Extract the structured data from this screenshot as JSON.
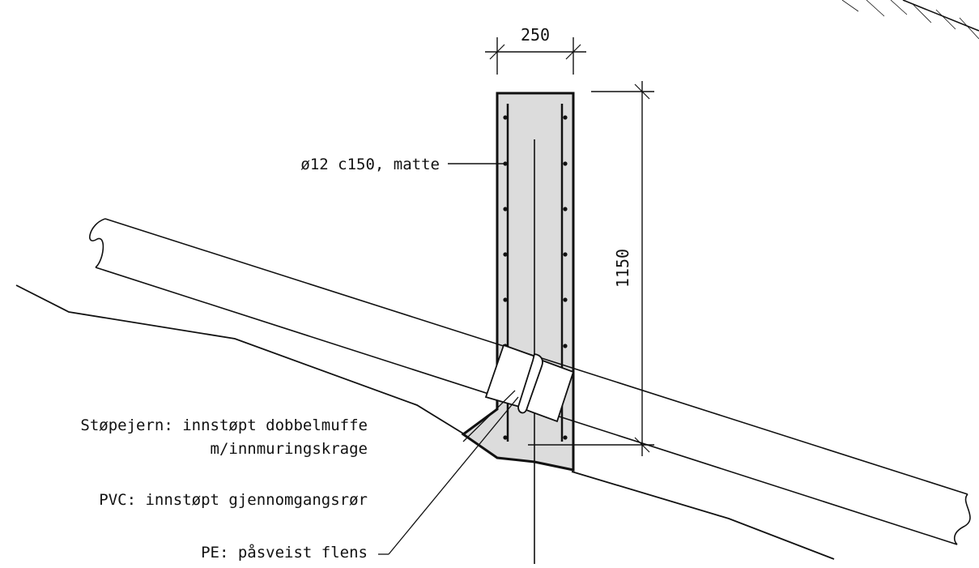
{
  "drawing": {
    "dimensions": {
      "width": "250",
      "height": "1150"
    },
    "labels": {
      "rebar": "ø12 c150, matte",
      "cast_iron_line1": "Støpejern: innstøpt dobbelmuffe",
      "cast_iron_line2": "m/innmuringskrage",
      "pvc": "PVC: innstøpt gjennomgangsrør",
      "pe": "PE: påsveist flens"
    },
    "colors": {
      "ink": "#111111",
      "concrete_fill": "#dcdcdc",
      "background": "#ffffff"
    }
  }
}
